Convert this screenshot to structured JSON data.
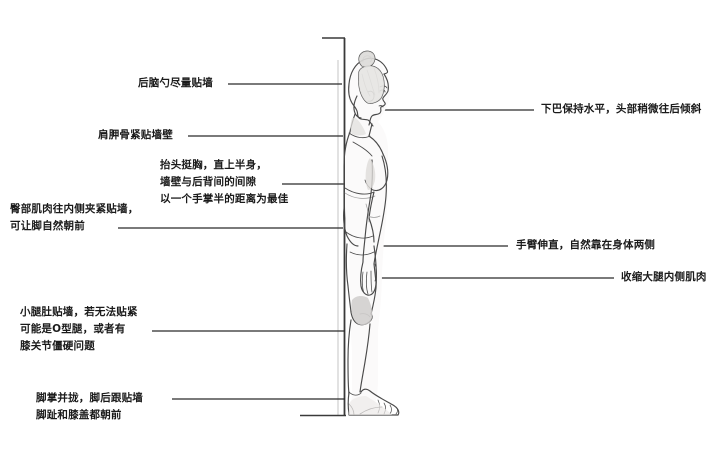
{
  "figure": {
    "title_alt": "靠墙站立姿势示意图",
    "subject": "woman-standing-against-wall-side-view",
    "wall_color": "#444444",
    "line_color": "#2b2b2b",
    "text_color": "#1a1a1a",
    "skin_shade": "#f2f0ee",
    "shade_color": "#d5d3d1"
  },
  "annotations": {
    "head_back": {
      "lines": [
        "后脑勺尽量贴墙"
      ]
    },
    "chin_level": {
      "lines": [
        "下巴保持水平，头部稍微往后倾斜"
      ]
    },
    "scapula": {
      "lines": [
        "肩胛骨紧贴墙壁"
      ]
    },
    "chest_up": {
      "lines": [
        "抬头挺胸，直上半身，",
        "墙壁与后背间的间隙",
        "以一个手掌半的距离为最佳"
      ]
    },
    "hips": {
      "lines": [
        "臀部肌肉往内侧夹紧贴墙，",
        "可让脚自然朝前"
      ]
    },
    "arms": {
      "lines": [
        "手臂伸直，自然靠在身体两侧"
      ]
    },
    "thigh": {
      "lines": [
        "收缩大腿内侧肌肉"
      ]
    },
    "calf": {
      "lines": [
        "小腿肚贴墙，若无法贴紧",
        "可能是O型腿，或者有",
        "膝关节僵硬问题"
      ]
    },
    "feet": {
      "lines": [
        "脚掌并拢，脚后跟贴墙",
        "脚趾和膝盖都朝前"
      ]
    }
  }
}
